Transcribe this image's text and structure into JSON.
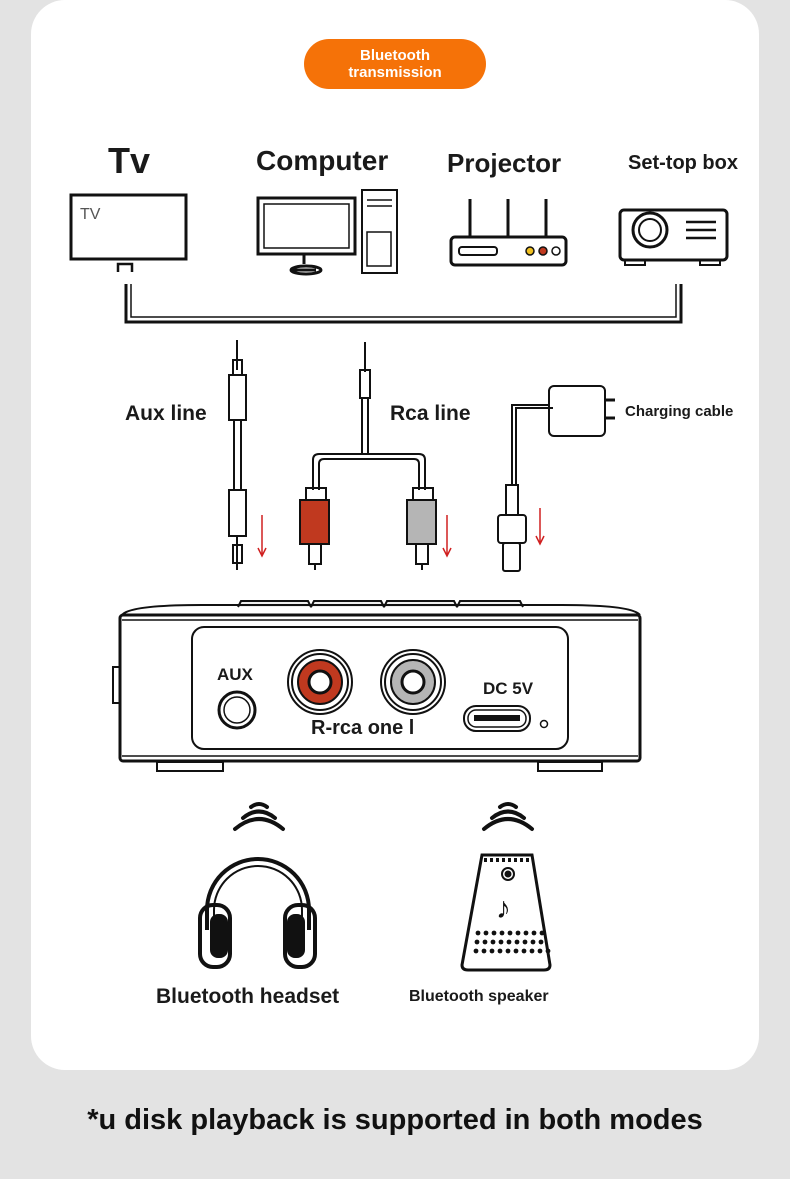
{
  "badge": {
    "line1": "Bluetooth",
    "line2": "transmission"
  },
  "devices": {
    "tv": "Tv",
    "tv_screen": "TV",
    "computer": "Computer",
    "projector": "Projector",
    "settop": "Set-top box"
  },
  "cables": {
    "aux": "Aux line",
    "rca": "Rca line",
    "charging": "Charging cable"
  },
  "panel": {
    "aux": "AUX",
    "rca": "R-rca one l",
    "dc": "DC 5V"
  },
  "outputs": {
    "headset": "Bluetooth headset",
    "speaker": "Bluetooth speaker"
  },
  "footnote": "*u disk playback is supported in both modes",
  "colors": {
    "accent": "#f57208",
    "rca_red": "#c0391f",
    "rca_white": "#b5b5b5",
    "arrow": "#d02020"
  }
}
